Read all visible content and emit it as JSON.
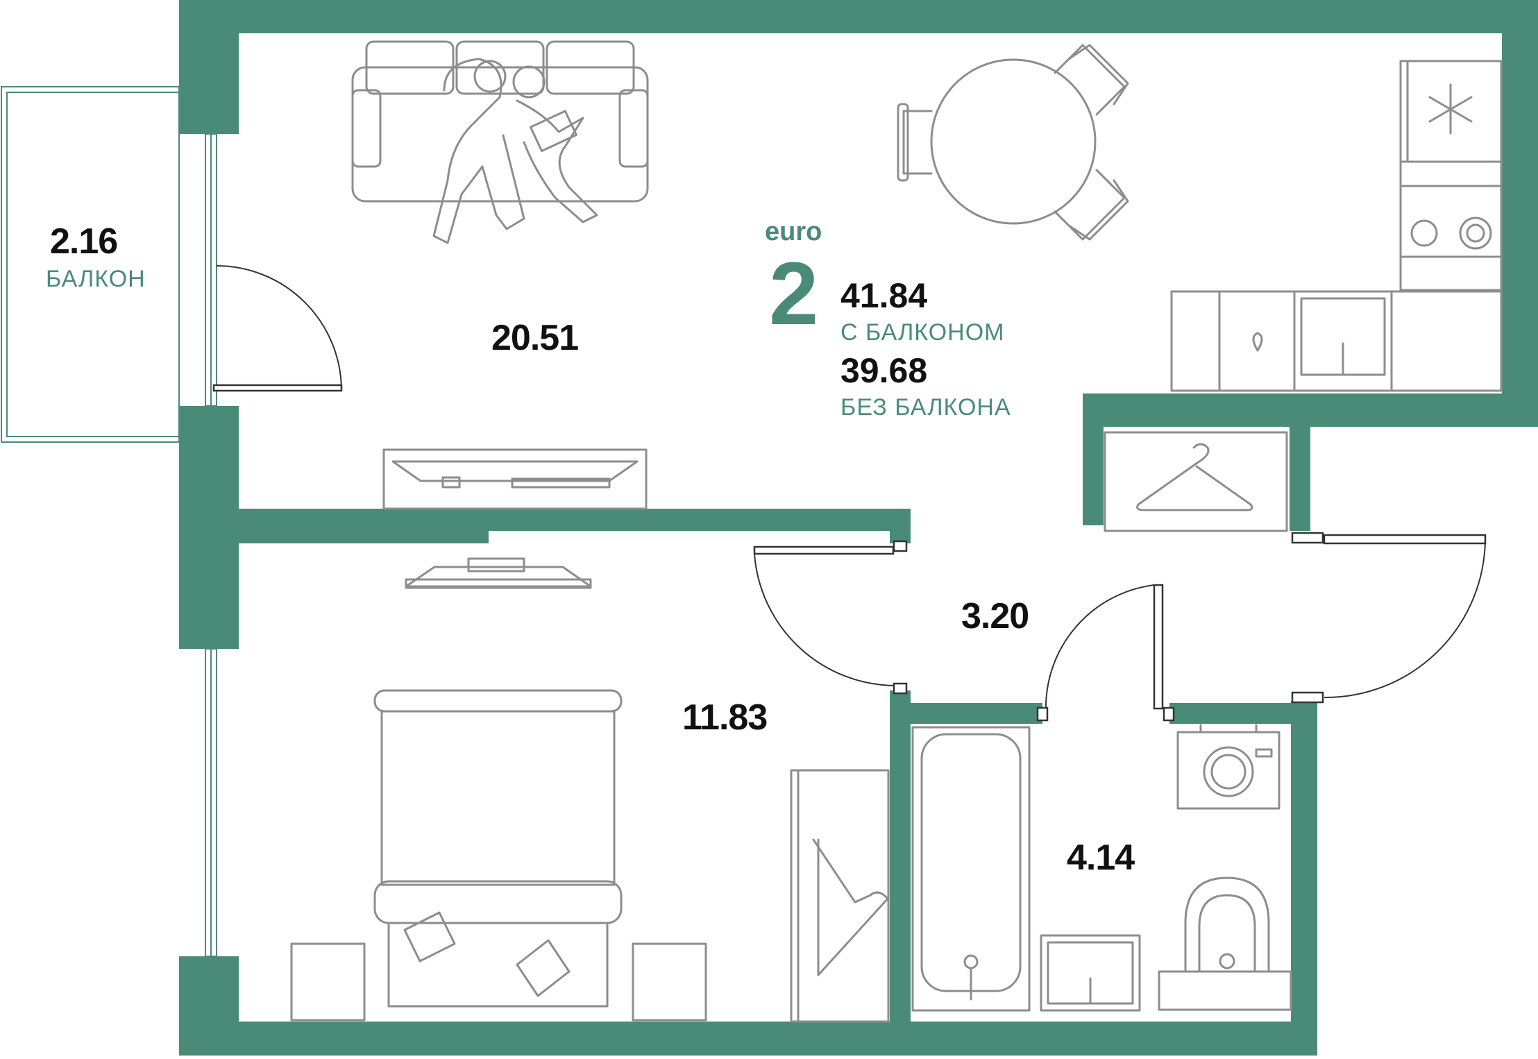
{
  "plan": {
    "type_label": "euro",
    "rooms_count": "2",
    "total_with_balcony": {
      "value": "41.84",
      "caption": "С БАЛКОНОМ"
    },
    "total_without_balcony": {
      "value": "39.68",
      "caption": "БЕЗ БАЛКОНА"
    },
    "rooms": [
      {
        "area": "2.16",
        "name": "БАЛКОН"
      },
      {
        "area": "20.51"
      },
      {
        "area": "11.83"
      },
      {
        "area": "3.20"
      },
      {
        "area": "4.14"
      }
    ],
    "colors": {
      "wall": "#4a8b77",
      "furniture": "#8d8d8d",
      "text": "#111111",
      "accent": "#4a8b77"
    },
    "furniture": [
      "sofa-icon",
      "dining-table-icon",
      "fridge-icon",
      "stove-icon",
      "sink-icon",
      "tv-stand-icon",
      "wardrobe-icon",
      "bed-icon",
      "bathtub-icon",
      "washing-machine-icon",
      "toilet-icon"
    ]
  }
}
